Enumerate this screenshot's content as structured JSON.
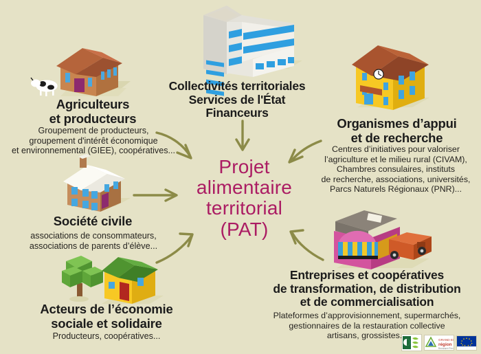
{
  "background_color": "#e5e2c6",
  "accent_color": "#ab1c63",
  "arrow_color": "#8c8b48",
  "center": {
    "line1": "Projet",
    "line2": "alimentaire",
    "line3": "territorial",
    "line4": "(PAT)"
  },
  "nodes": [
    {
      "id": "agriculteurs",
      "title": "Agriculteurs\net producteurs",
      "title_lines": [
        "Agriculteurs",
        "et producteurs"
      ],
      "subtitle": "Groupement de producteurs,\ngroupement d'intérêt économique\net environnemental (GIEE), coopératives...",
      "subtitle_lines": [
        "Groupement de producteurs,",
        "groupement d'intérêt économique",
        "et environnemental (GIEE), coopératives..."
      ],
      "illustration": "farm-building-with-cow"
    },
    {
      "id": "collectivites",
      "title": "Collectivités territoriales\nServices de l'État\nFinanceurs",
      "title_lines": [
        "Collectivités territoriales",
        "Services de l'État",
        "Financeurs"
      ],
      "subtitle": "",
      "subtitle_lines": [],
      "illustration": "modern-office-building"
    },
    {
      "id": "organismes",
      "title": "Organismes d'appui\net de recherche",
      "title_lines": [
        "Organismes d’appui",
        "et de recherche"
      ],
      "subtitle": "Centres d'initiatives pour valoriser l'agriculture et le milieu rural (CIVAM), Chambres consulaires, instituts de recherche, associations, universités, Parcs Naturels Régionaux (PNR)...",
      "subtitle_lines": [
        "Centres d’initiatives pour valoriser",
        "l’agriculture et le milieu rural (CIVAM),",
        "Chambres consulaires, instituts",
        "de recherche, associations, universités,",
        "Parcs Naturels Régionaux (PNR)..."
      ],
      "illustration": "yellow-civic-building-with-clock"
    },
    {
      "id": "societe-civile",
      "title": "Société civile",
      "title_lines": [
        "Société civile"
      ],
      "subtitle": "associations de consommateurs, associations de parents d'élève...",
      "subtitle_lines": [
        "associations de consommateurs,",
        "associations de parents d’élève..."
      ],
      "illustration": "brick-house-white-roof"
    },
    {
      "id": "economie-sociale",
      "title": "Acteurs de l'économie\nsociale et solidaire",
      "title_lines": [
        "Acteurs de l’économie",
        "sociale et solidaire"
      ],
      "subtitle": "Producteurs, coopératives...",
      "subtitle_lines": [
        "Producteurs, coopératives..."
      ],
      "illustration": "tree-and-yellow-house"
    },
    {
      "id": "entreprises",
      "title": "Entreprises et coopératives\nde transformation, de distribution\net de commercialisation",
      "title_lines": [
        "Entreprises et coopératives",
        "de transformation, de distribution",
        "et de commercialisation"
      ],
      "subtitle": "Plateformes d'approvisionnement, supermarchés, gestionnaires de la restauration collective artisans, grossistes...",
      "subtitle_lines": [
        "Plateformes d’approvisionnement, supermarchés,",
        "gestionnaires de la restauration collective",
        "artisans, grossistes..."
      ],
      "illustration": "market-stall-and-delivery-truck"
    }
  ],
  "logos": [
    {
      "id": "agriculture-logo",
      "name": "agriculture-logo"
    },
    {
      "id": "region-logo",
      "name": "region-logo"
    },
    {
      "id": "eu-flag-logo",
      "name": "eu-flag-logo"
    }
  ]
}
